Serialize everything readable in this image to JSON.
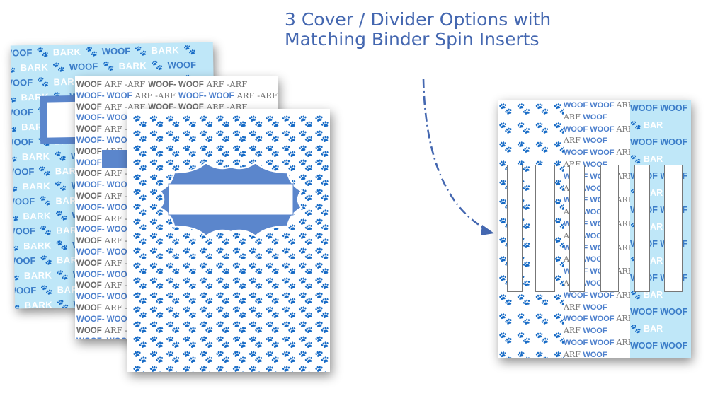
{
  "headline": {
    "line1": "3 Cover / Divider Options with",
    "line2": "Matching Binder Spin Inserts"
  },
  "patterns": {
    "bark": {
      "woof": "WOOF",
      "bark": "BARK",
      "paw": "🐾",
      "background": "#bfe7f8",
      "woof_color": "#3a7cc8"
    },
    "woof_arf": {
      "woof_dash": "WOOF- WOOF",
      "arf_dash": "ARF -ARF",
      "woof": "WOOF",
      "arf": "ARF",
      "blue": "#4c7fcc",
      "gray": "#6f6f6f"
    },
    "paws": {
      "glyph": "🐾",
      "colors": [
        "#4a78c2",
        "#7d7575",
        "#8fbbe2"
      ]
    }
  },
  "spine_inserts": {
    "woof_woof": "WOOF WOOF",
    "arf": "ARF",
    "woof": "WOOF",
    "bark": "BAR"
  },
  "colors": {
    "headline": "#4467b0",
    "label_fill": "#5b86cc",
    "arrow": "#4467b0"
  }
}
